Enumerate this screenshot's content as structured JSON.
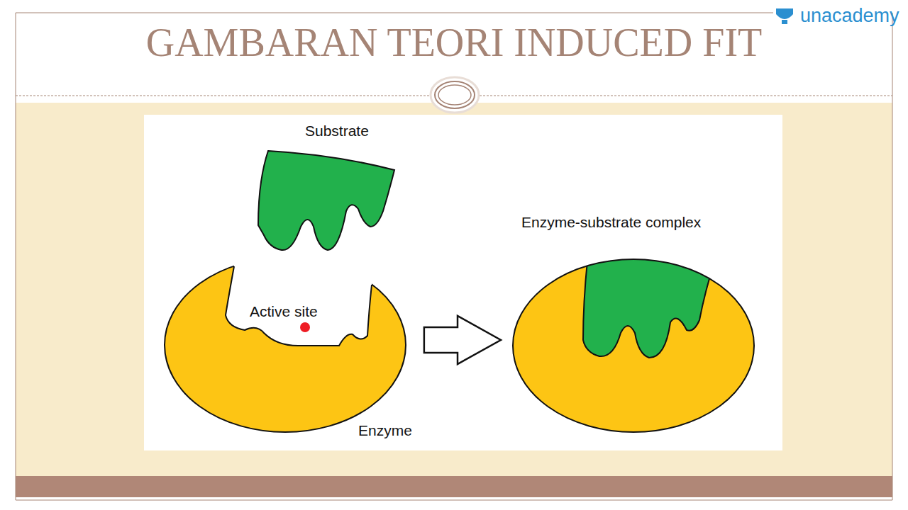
{
  "diagram": {
    "title": "GAMBARAN TEORI INDUCED FIT",
    "nodes": [
      {
        "text": [
          "Substrate"
        ]
      },
      {
        "text": [
          "Active site",
          "Enzyme"
        ]
      },
      {
        "text": [
          "Enzyme-substrate complex"
        ]
      }
    ],
    "edges": [
      {
        "from": 1,
        "to": 2,
        "arrow": "to"
      }
    ],
    "labels": [
      "unacademy"
    ]
  }
}
